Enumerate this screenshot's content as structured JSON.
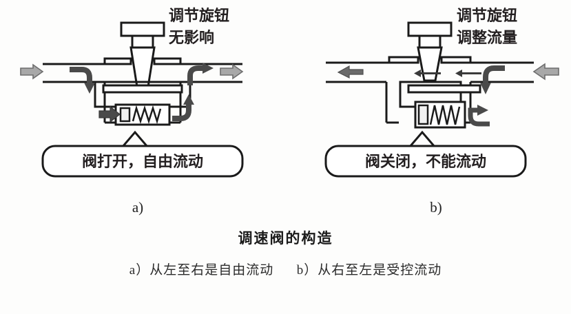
{
  "figure": {
    "title": "调速阀的构造",
    "subcaption": {
      "part_a": "a）从左至右是自由流动",
      "part_b": "b）从右至左是受控流动"
    }
  },
  "panels": [
    {
      "id": "a",
      "sub_label": "a)",
      "knob_label_line1": "调节旋钮",
      "knob_label_line2": "无影响",
      "callout_text": "阀打开，自由流动",
      "flow_direction": "left-to-right",
      "valve_state": "open",
      "external_arrow_inlet": "arrow-right",
      "external_arrow_outlet": "arrow-right"
    },
    {
      "id": "b",
      "sub_label": "b)",
      "knob_label_line1": "调节旋钮",
      "knob_label_line2": "调整流量",
      "callout_text": "阀关闭，不能流动",
      "flow_direction": "right-to-left",
      "valve_state": "closed",
      "external_arrow_inlet": "arrow-left",
      "external_arrow_outlet": "arrow-left"
    }
  ],
  "colors": {
    "line": "#1a1a1a",
    "external_arrow_fill": "#a8a8a8",
    "external_arrow_stroke": "#6d6d6d",
    "internal_arrow_fill": "#4a4a4a",
    "thin_arrow": "#333333",
    "background": "#fdfdfc",
    "text": "#1b1b1b"
  }
}
